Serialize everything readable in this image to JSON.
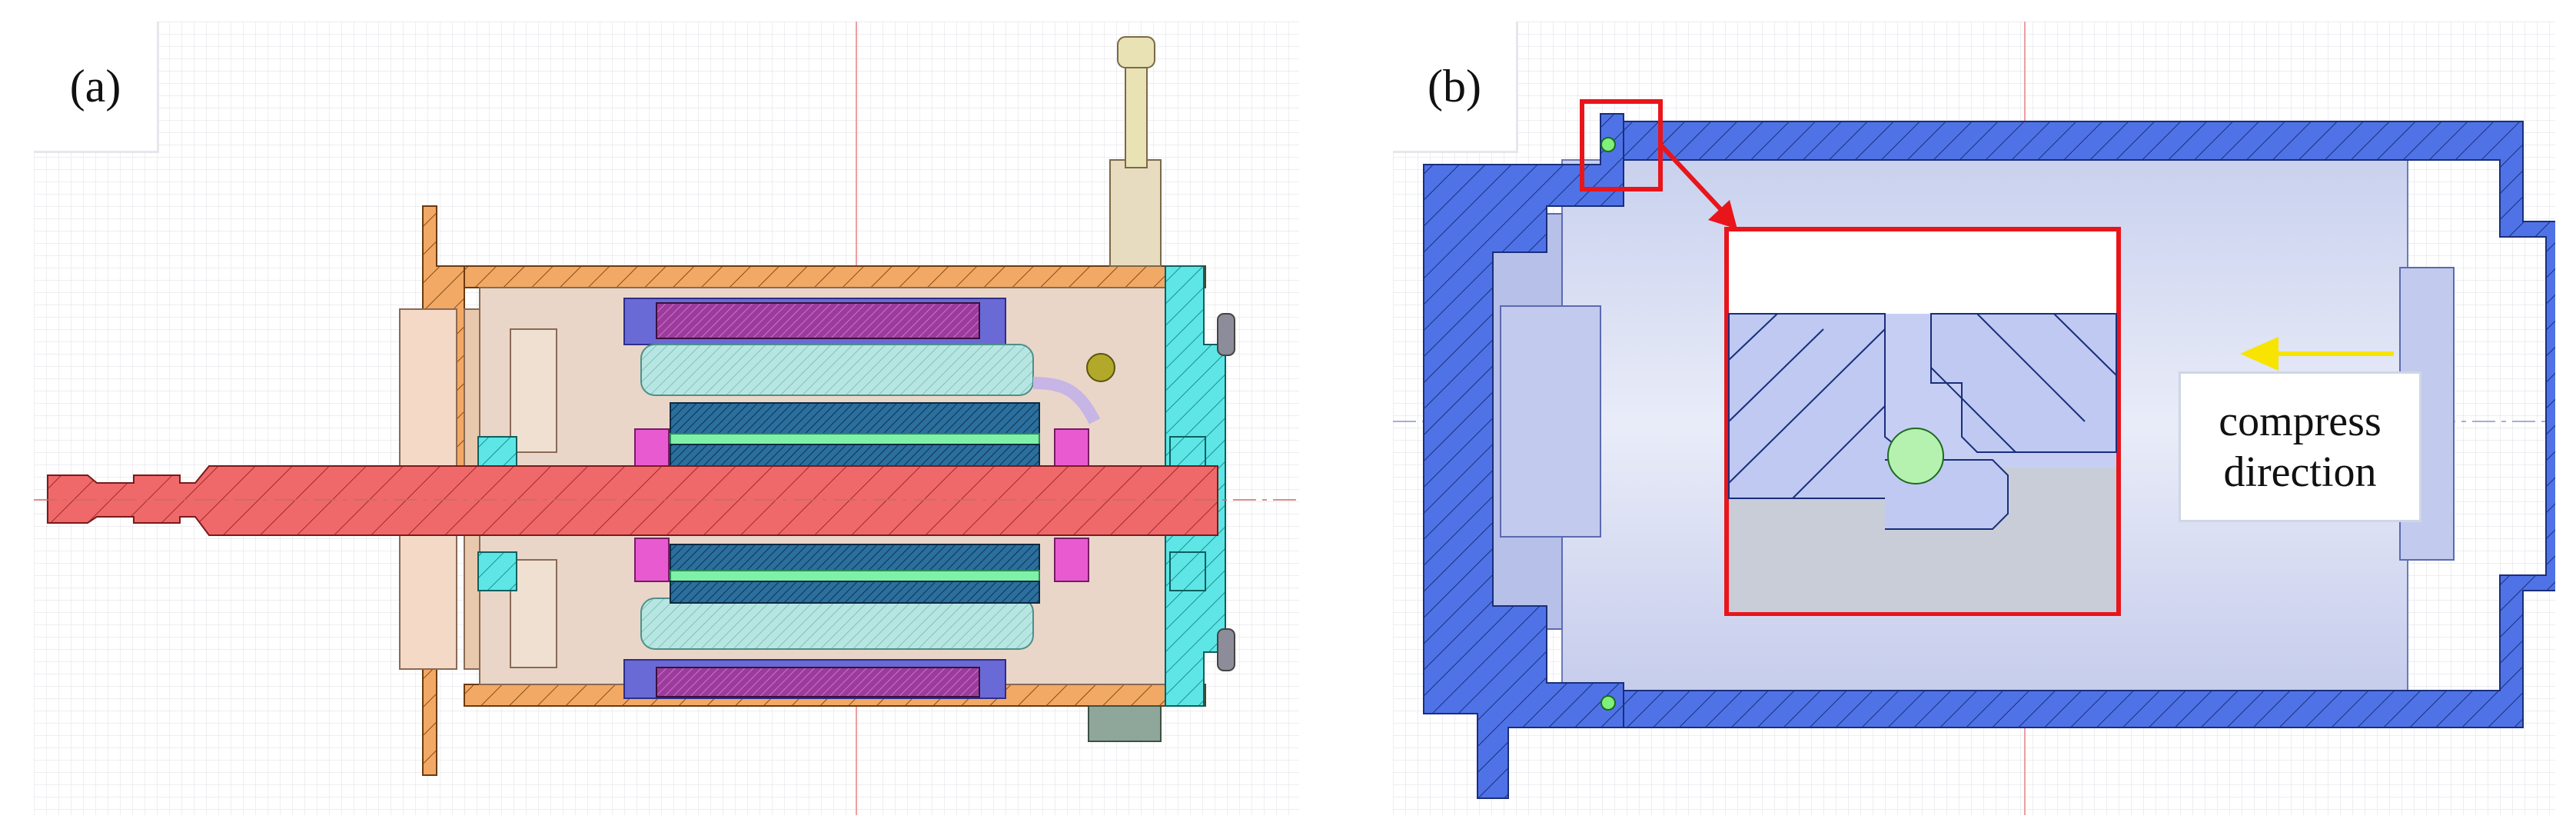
{
  "panel_a": {
    "label": "(a)"
  },
  "panel_b": {
    "label": "(b)",
    "annotation": {
      "line1": "compress",
      "line2": "direction"
    }
  },
  "colors": {
    "grid": "#e3e3ea",
    "housing": "#f1a965",
    "end_cap": "#5ee6e6",
    "shaft": "#f0696a",
    "rotor_core": "#2a6f9e",
    "coil": "#b7e6e2",
    "magnet": "#9a3d9a",
    "insulator": "#e85bd0",
    "section_b": "#4f73e6",
    "section_b_fill": "#c9d3f0",
    "highlight_box": "#e8151b",
    "arrow_yellow": "#f7e400",
    "o_ring": "#b5f2b0"
  }
}
